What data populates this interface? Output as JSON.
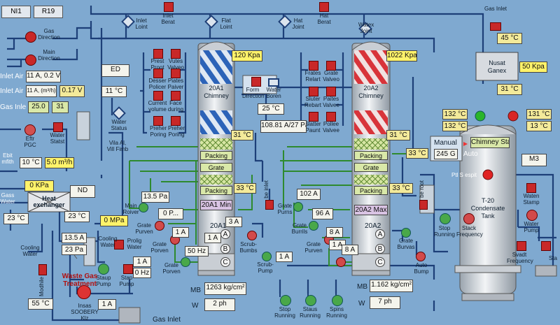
{
  "header": {
    "tag_left": "NI1",
    "tag_right": "R19"
  },
  "valves": {
    "gas_direction": "Gas\nDirection",
    "main_direction": "Main\nDirection",
    "inlet_berat": "Inlet\nBerat",
    "inlet_loint": "Inlet\nLoint",
    "flat_loint": "Flat\nLoint",
    "hat_joint": "Hat\nJoint",
    "hat_berat": "Hat\nBerat",
    "watex_joint": "Watex\nJoint",
    "gas_inlet_top": "Gas Inlet",
    "prest_proot": "Prest\nProot",
    "vutes_valveo": "Vutes\nValveo",
    "desser_policer": "Desser\nPolicer",
    "piates_paiver": "Piates\nPaiver",
    "current_volume": "Current\nvolume",
    "face_during": "Face\nduring",
    "preher_poring": "Preher\nPoring",
    "preher_poring2": "Preher\nPoring",
    "form_direction": "Form\nDirection",
    "water_boren": "Water\nBoren",
    "frates_relart": "Frates\nRelart",
    "grate_valveo": "Grate\nValveo",
    "sluter_rebart": "Sluter\nRebart",
    "paites_valvee": "Paites\nValvee",
    "slatter_paunt": "Slatter\nPaunt",
    "pollee_valvee": "Pollee\nValvee",
    "ettr_pgc": "Eftr PGC",
    "water_statst": "Water\nStatst",
    "water_status": "Water\nStatus",
    "vila_al": "Vila Al,\nVill Fimb",
    "main_roiver": "Main\nRoiver",
    "grate_purven": "Grate\nPurven",
    "grate_porven": "Grate\nPorven",
    "grate_porven2": "Grate\nPorven",
    "grate_purns": "Grate\nPurns",
    "grate_burrils": "Grate\nBurrils",
    "grate_purven2": "Grate\nPurven",
    "grate_burvas": "Grate\nBurvas",
    "auto_bump": "Auto\nBump",
    "scrub_bumbs": "Scrub-\nBumbs",
    "scrub_pump": "Scrub-\nPump",
    "stop_running": "Stop\nRunning",
    "staus_running": "Staus\nRunning",
    "spins_running": "Spins\nRunning",
    "stop_running2": "Stop\nRunning",
    "stack_frequency": "Stack\nFrequency",
    "waten_stamp": "Waten\nStamp",
    "water_pump": "Water\nPump",
    "svadt_frequency": "Svadt\nFrequency",
    "stap_pump": "Stap\nPump",
    "staup_pump": "Staup\nPump",
    "cooling_water_l": "Cooling\nWater",
    "cooling_water": "Cooling\nWater",
    "prolig_water": "Prolig\nWater",
    "insas": "Insas\nSOOBERY Klz",
    "gas_inlet_bottom": "Gas Inlet",
    "be_inlet": "be inlet",
    "be_root": "be root",
    "modhile": "Modhile"
  },
  "left_panel": {
    "inlet_air_1": "Inlet Air",
    "inlet_air_1_val": "11 A, 0.2 V",
    "inlet_air_2": "Inlet Air",
    "inlet_air_2_val": "11 A, (m³/h)",
    "inlet_air_2_val2": "0.17 V",
    "gas_inle": "Gas Inle",
    "gas_inle_val1": "25.0",
    "gas_inle_val2": "31",
    "ebit": "Ebit\nmfith",
    "ebit_temp": "10 °C",
    "ebit_flow": "5.0 m³/h",
    "gass": "Gass\nWater",
    "gass_pressure": "0 KPa",
    "heat_exchanger": "Heat\nexchanger",
    "he_temp_left": "23 °C",
    "he_temp_right": "23 °C",
    "nd": "ND",
    "zero_mpa": "0 MPa",
    "i_135": "13.5 A",
    "p_23": "23 Pa",
    "a_1": "1 A",
    "hz_0": "0 Hz",
    "waste_gas": "Waste Gas\nTreatment",
    "waste_a": "1 A",
    "temp_55": "55 °C"
  },
  "col1": {
    "top_pressure": "120 Kpa",
    "ed": "ED",
    "temp_11": "11 °C",
    "name": "20A1\nChimney",
    "temp_31": "31 °C",
    "temp_33": "33 °C",
    "packing_1": "Packing",
    "grate": "Grate",
    "packing_2": "Packing",
    "label_min": "20A1 Min",
    "body_label": "20A1",
    "stage_a": "A",
    "stage_b": "B",
    "stage_c": "C",
    "p_135": "13.5 Pa",
    "p_0": "0 P...",
    "a_1": "1 A",
    "a_1b": "1 A",
    "a_3": "3 A",
    "hz_50": "50 Hz",
    "a_1c": "1 A",
    "mb_label": "MB",
    "mb_value": "1263 kg/cm²",
    "w_label": "W",
    "w_value": "2 ph"
  },
  "middle": {
    "temp_25": "25 °C",
    "flow": "108.81 A/27 Pa"
  },
  "col2": {
    "top_pressure": "1022 Kpa",
    "name": "20A2\nChimney",
    "temp_31": "31 °C",
    "temp_33": "33 °C",
    "packing_1": "Packing",
    "grate": "Grate",
    "packing_2": "Packing",
    "label_max": "20A2 Max",
    "body_label": "20A2",
    "stage_a": "A",
    "stage_b": "B",
    "stage_c": "C",
    "a_102": "102 A",
    "a_96": "96 A",
    "a_8": "8 A",
    "a_1": "1 A",
    "a_8b": "8 A",
    "mb_label": "MB",
    "mb_value": "1.162 kg/cm²",
    "w_label": "W",
    "w_value": "7 ph"
  },
  "right": {
    "temp_33": "33 °C",
    "gas_inlet_temp": "45 °C",
    "nusat": "Nusat\nGanex",
    "nusat_pressure": "50 Kpa",
    "temp_31": "31 °C",
    "temp_132a": "132 °C",
    "temp_132b": "132 °C",
    "temp_131": "131 °C",
    "temp_13": "13 °C",
    "manual": "Manual",
    "g_245": "245 G",
    "auto": "Auto",
    "chimney_stack": "Chimney Stack",
    "m3": "M3",
    "ptl": "Ptl S espit",
    "tank": "T-20\nCondensate\nTank",
    "stop_short": "Sta"
  },
  "colors": {
    "background": "#7fa9d0",
    "pipe": "#1d3f78",
    "pipe_green": "#2e8a2e",
    "display_yellow": "#fff36a",
    "valve_red": "#c82828"
  }
}
